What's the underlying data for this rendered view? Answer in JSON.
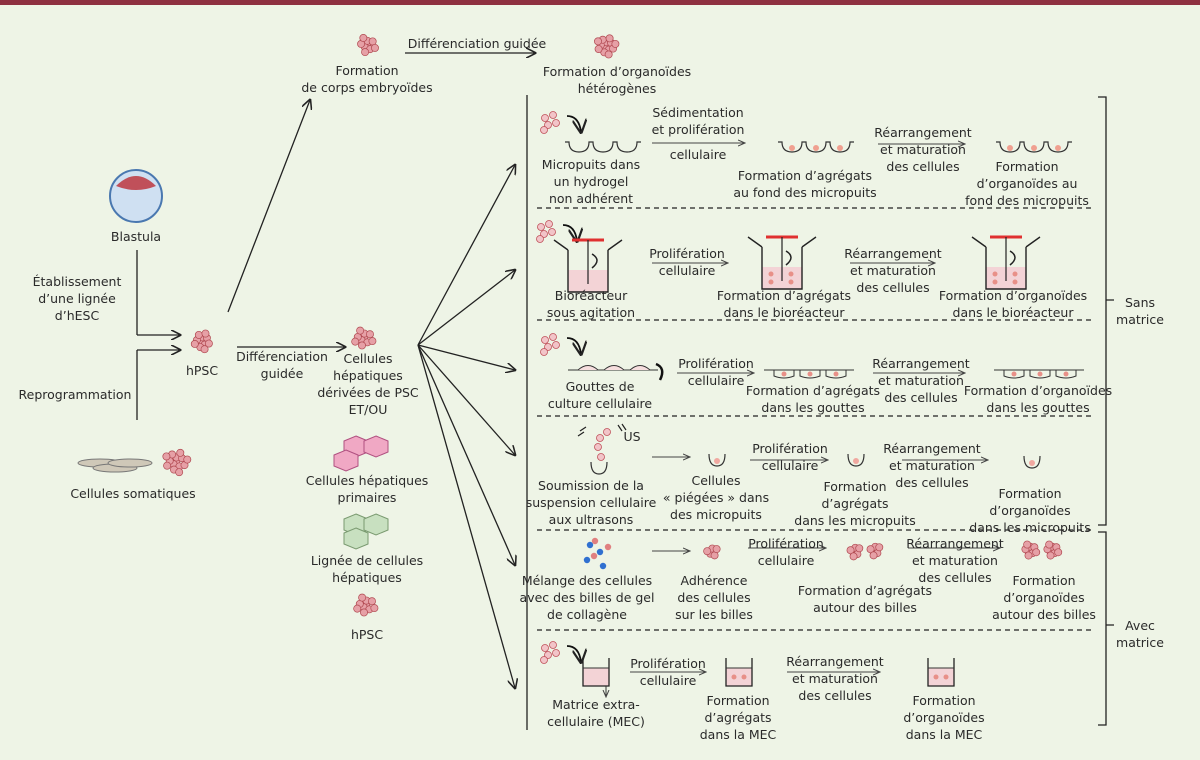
{
  "colors": {
    "top_bar": "#8e3040",
    "background": "#eef4e6",
    "cell": "#e8a0a8",
    "cell_border": "#c0505a",
    "lid": "#e03030",
    "medium": "#f3d3d6"
  },
  "labels": {
    "diff_guided_top": "Différenciation guidée",
    "embryoid_bodies": "Formation\nde corps embryoïdes",
    "hetero_organoids": "Formation d’organoïdes\nhétérogènes",
    "blastula": "Blastula",
    "hesc_line": "Établissement\nd’une lignée\nd’hESC",
    "reprogramming": "Reprogrammation",
    "somatic_cells": "Cellules somatiques",
    "hpsc": "hPSC",
    "diff_guided_mid": "Différenciation\nguidée",
    "psc_hepatic": "Cellules\nhépatiques\ndérivées de PSC\nET/OU",
    "primary_hepatic": "Cellules hépatiques\nprimaires",
    "hepatic_line": "Lignée de cellules\nhépatiques",
    "hpsc_bottom": "hPSC",
    "without_matrix": "Sans\nmatrice",
    "with_matrix": "Avec\nmatrice"
  },
  "rows": [
    {
      "start": "Micropuits dans\nun hydrogel\nnon adhérent",
      "step1": "Sédimentation\net prolifération",
      "step1b": "cellulaire",
      "mid": "Formation d’agrégats\nau fond des micropuits",
      "step2": "Réarrangement\net maturation\ndes cellules",
      "end": "Formation\nd’organoïdes au\nfond des micropuits"
    },
    {
      "start": "Bioréacteur\nsous agitation",
      "step1": "Prolifération\ncellulaire",
      "mid": "Formation d’agrégats\ndans le bioréacteur",
      "step2": "Réarrangement\net maturation\ndes cellules",
      "end": "Formation d’organoïdes\ndans le bioréacteur"
    },
    {
      "start": "Gouttes de\nculture cellulaire",
      "step1": "Prolifération\ncellulaire",
      "mid": "Formation d’agrégats\ndans les gouttes",
      "step2": "Réarrangement\net maturation\ndes cellules",
      "end": "Formation d’organoïdes\ndans les gouttes"
    },
    {
      "us": "US",
      "start": "Soumission de la\nsuspension cellulaire\naux ultrasons",
      "trapped": "Cellules\n« piégées » dans\ndes micropuits",
      "step1": "Prolifération\ncellulaire",
      "mid": "Formation\nd’agrégats\ndans les micropuits",
      "step2": "Réarrangement\net maturation\ndes cellules",
      "end": "Formation\nd’organoïdes\ndans les micropuits"
    },
    {
      "start": "Mélange des cellules\navec des billes de gel\nde collagène",
      "adhesion": "Adhérence\ndes cellules\nsur les billes",
      "step1": "Prolifération\ncellulaire",
      "mid": "Formation d’agrégats\nautour des billes",
      "step2": "Réarrangement\net maturation\ndes cellules",
      "end": "Formation\nd’organoïdes\nautour des billes"
    },
    {
      "start": "Matrice extra-\ncellulaire (MEC)",
      "step1": "Prolifération\ncellulaire",
      "mid": "Formation\nd’agrégats\ndans la MEC",
      "step2": "Réarrangement\net maturation\ndes cellules",
      "end": "Formation\nd’organoïdes\ndans la MEC"
    }
  ]
}
